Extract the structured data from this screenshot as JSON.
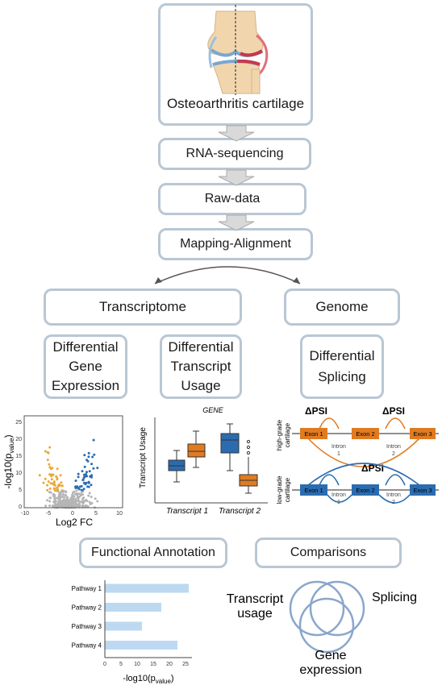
{
  "flow": {
    "top_box": "Osteoarthritis cartilage",
    "step1": "RNA-sequencing",
    "step2": "Raw-data",
    "step3": "Mapping-Alignment"
  },
  "branches": {
    "transcriptome": "Transcriptome",
    "genome": "Genome",
    "dge": [
      "Differential",
      "Gene",
      "Expression"
    ],
    "dtu": [
      "Differential",
      "Transcript",
      "Usage"
    ],
    "ds": [
      "Differential",
      "Splicing"
    ]
  },
  "volcano": {
    "ylabel_main": "-log10(p",
    "ylabel_sub": "value",
    "ylabel_close": ")",
    "xlabel": "Log2 FC",
    "x_ticks": [
      "-10",
      "-5",
      "0",
      "5",
      "10"
    ],
    "y_ticks": [
      "0",
      "5",
      "10",
      "15",
      "20",
      "25"
    ],
    "colors": {
      "up": "#2b6cb0",
      "down": "#e8a83a",
      "ns": "#b5b5b5"
    }
  },
  "boxplot": {
    "title": "GENE",
    "ylabel": "Transcript Usage",
    "groups": [
      "Transcript 1",
      "Transcript 2"
    ],
    "colors": {
      "a": "#2b6cb0",
      "b": "#e07b22"
    }
  },
  "splicing": {
    "dpsi": "ΔPSI",
    "high_grade": [
      "high-grade",
      "cartilage"
    ],
    "low_grade": [
      "low-grade",
      "cartilage"
    ],
    "exon1": "Exon 1",
    "exon2": "Exon 2",
    "exon3": "Exon 3",
    "intron1": [
      "Intron",
      "1"
    ],
    "intron2": [
      "Intron",
      "2"
    ],
    "colors": {
      "high": "#e07b22",
      "low": "#2b6cb0"
    }
  },
  "bottom": {
    "functional_annotation": "Functional Annotation",
    "comparisons": "Comparisons"
  },
  "pathway_chart": {
    "type": "bar",
    "categories": [
      "Pathway 1",
      "Pathway 2",
      "Pathway 3",
      "Pathway 4"
    ],
    "values": [
      26,
      17.5,
      11.5,
      22.5
    ],
    "xlim": [
      0,
      27
    ],
    "x_ticks": [
      "0",
      "5",
      "10",
      "15",
      "20",
      "25"
    ],
    "xlabel_main": "-log10(p",
    "xlabel_sub": "value",
    "xlabel_close": ")",
    "bar_color": "#bcd9f1"
  },
  "venn": {
    "transcript_usage": [
      "Transcript",
      "usage"
    ],
    "splicing": "Splicing",
    "gene_expression": [
      "Gene",
      "expression"
    ],
    "color": "#8aa6cc"
  }
}
